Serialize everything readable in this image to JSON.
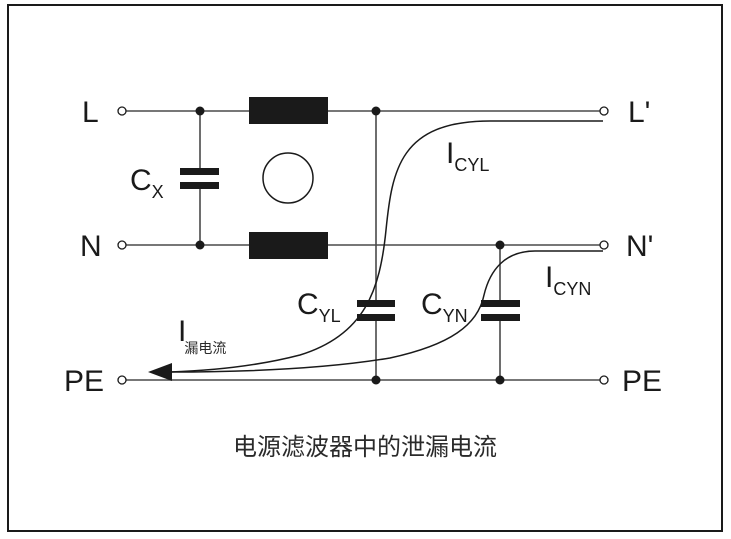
{
  "terminals": {
    "L": "L",
    "N": "N",
    "PE_left": "PE",
    "L_out": "L'",
    "N_out": "N'",
    "PE_right": "PE"
  },
  "components": {
    "cx": {
      "main": "C",
      "sub": "X"
    },
    "cyl": {
      "main": "C",
      "sub": "YL"
    },
    "cyn": {
      "main": "C",
      "sub": "YN"
    }
  },
  "currents": {
    "icyl": {
      "main": "I",
      "sub": "CYL"
    },
    "icyn": {
      "main": "I",
      "sub": "CYN"
    },
    "leak": {
      "main": "I",
      "sub": "漏电流"
    }
  },
  "caption": "电源滤波器中的泄漏电流",
  "colors": {
    "line": "#1a1a1a",
    "wire": "#4a4a4a",
    "text": "#1a1a1a"
  }
}
